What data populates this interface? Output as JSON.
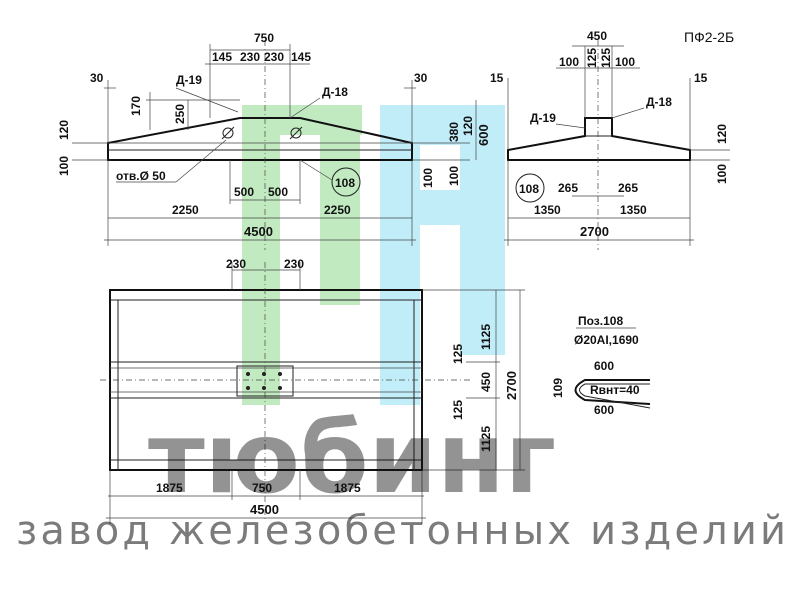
{
  "title": "ПФ2-2Б",
  "watermark": {
    "logo_text": "тюбинг",
    "subtitle": "завод железобетонных изделий",
    "color_green": "#8fd98f",
    "color_blue": "#8fe0f5"
  },
  "side_view": {
    "top_total": "750",
    "top_parts": [
      "145",
      "230",
      "230",
      "145"
    ],
    "edge_left": "30",
    "edge_right": "30",
    "h170": "170",
    "h250": "250",
    "d19": "Д-19",
    "d18": "Д-18",
    "h380": "380",
    "h120r": "120",
    "h600": "600",
    "h100r": "100",
    "h120l": "120",
    "h100l": "100",
    "hole": "отв.Ø 50",
    "w500a": "500",
    "w500b": "500",
    "pos108": "108",
    "half_left": "2250",
    "half_right": "2250",
    "total": "4500"
  },
  "end_view": {
    "top_total": "450",
    "left": "100",
    "mid1": "125",
    "mid2": "125",
    "right": "100",
    "edge_left": "15",
    "edge_right": "15",
    "d19": "Д-19",
    "d18": "Д-18",
    "h100a": "100",
    "h120": "120",
    "h100b": "100",
    "pos108": "108",
    "w265a": "265",
    "w265b": "265",
    "half_left": "1350",
    "half_right": "1350",
    "total": "2700"
  },
  "plan_view": {
    "top_left": "230",
    "top_right": "230",
    "h1125a": "1125",
    "h125a": "125",
    "h450": "450",
    "h125b": "125",
    "h1125b": "1125",
    "total_h": "2700",
    "b1875a": "1875",
    "b750": "750",
    "b1875b": "1875",
    "total_w": "4500"
  },
  "rebar": {
    "title": "Поз.108",
    "spec": "Ø20AI,1690",
    "len_top": "600",
    "len_bottom": "600",
    "h": "109",
    "radius": "Rвнт=40"
  }
}
